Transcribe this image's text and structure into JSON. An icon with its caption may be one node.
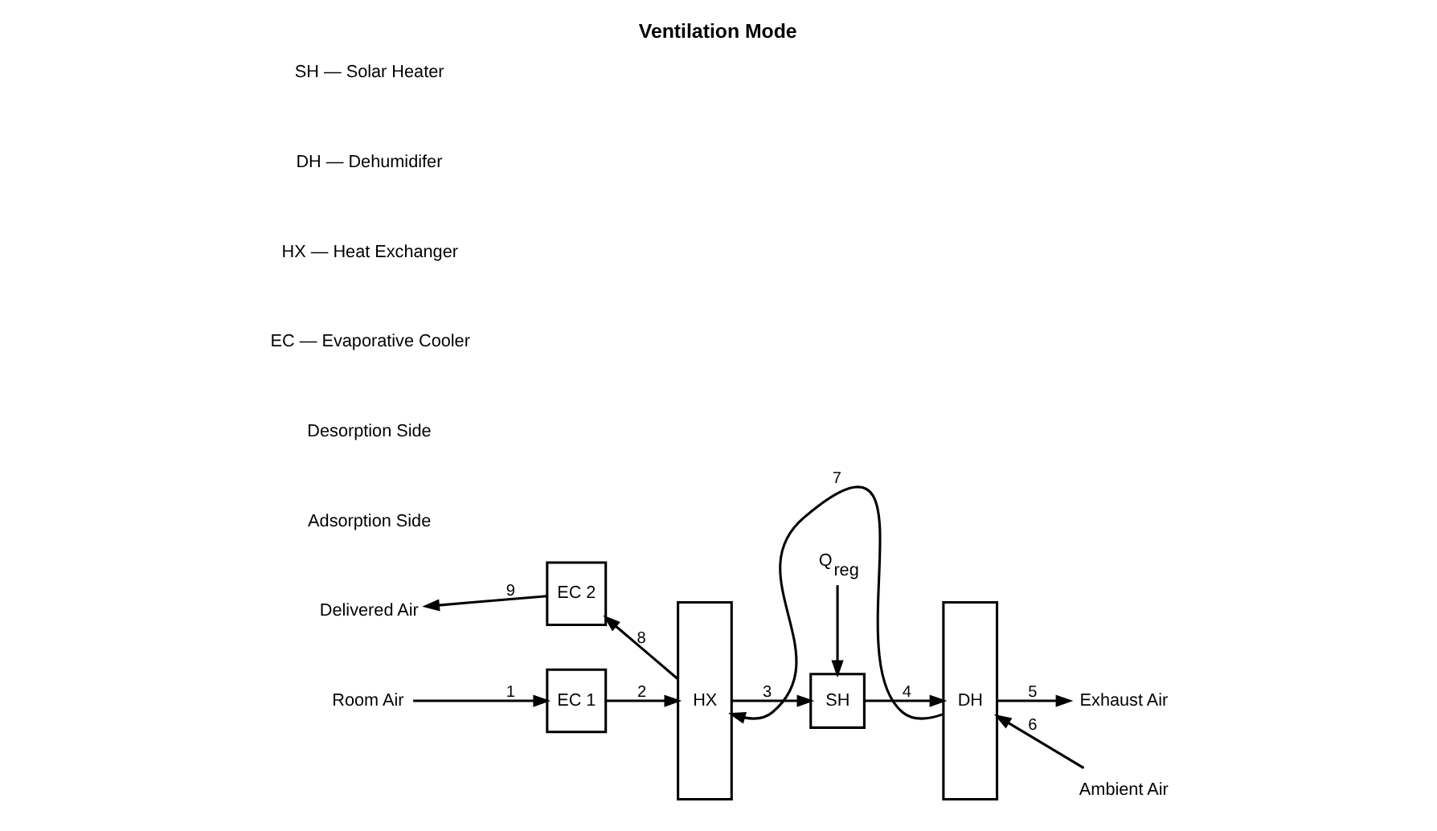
{
  "diagram": {
    "title": "Ventilation Mode",
    "nodes": [
      {
        "text": [
          "Delivered Air"
        ]
      },
      {
        "text": [
          "EC 2"
        ]
      },
      {
        "text": [
          "HX"
        ]
      },
      {
        "text": [
          "DH"
        ]
      },
      {
        "text": [
          "Ambient Air"
        ]
      },
      {
        "text": [
          "Room Air"
        ]
      },
      {
        "text": [
          "EC 1"
        ]
      },
      {
        "text": [
          "SH"
        ]
      },
      {
        "text": [
          "Exhaust Air"
        ]
      },
      {
        "text": [
          "Q$_{reg}$"
        ]
      }
    ],
    "edges": [
      {
        "from": 4,
        "to": 3,
        "arrow": "to",
        "label": "6"
      },
      {
        "from": 3,
        "to": 2,
        "arrow": "to",
        "label": "7"
      },
      {
        "from": 2,
        "to": 1,
        "arrow": "to",
        "label": "8"
      },
      {
        "from": 1,
        "to": 0,
        "arrow": "to",
        "label": "9"
      },
      {
        "from": 5,
        "to": 6,
        "arrow": "to",
        "label": "1"
      },
      {
        "from": 6,
        "to": 2,
        "arrow": "to",
        "label": "2"
      },
      {
        "from": 2,
        "to": 7,
        "arrow": "to",
        "label": "3"
      },
      {
        "from": 7,
        "to": 3,
        "arrow": "to",
        "label": "4"
      },
      {
        "from": 3,
        "to": 8,
        "arrow": "to",
        "label": "5"
      },
      {
        "from": 9,
        "to": 7,
        "arrow": "to"
      }
    ],
    "labels": [
      "Adsorption Side",
      "Desorption Side",
      "EC — Evaporative Cooler",
      "HX — Heat Exchanger",
      "DH — Dehumidifer",
      "SH — Solar Heater"
    ]
  }
}
